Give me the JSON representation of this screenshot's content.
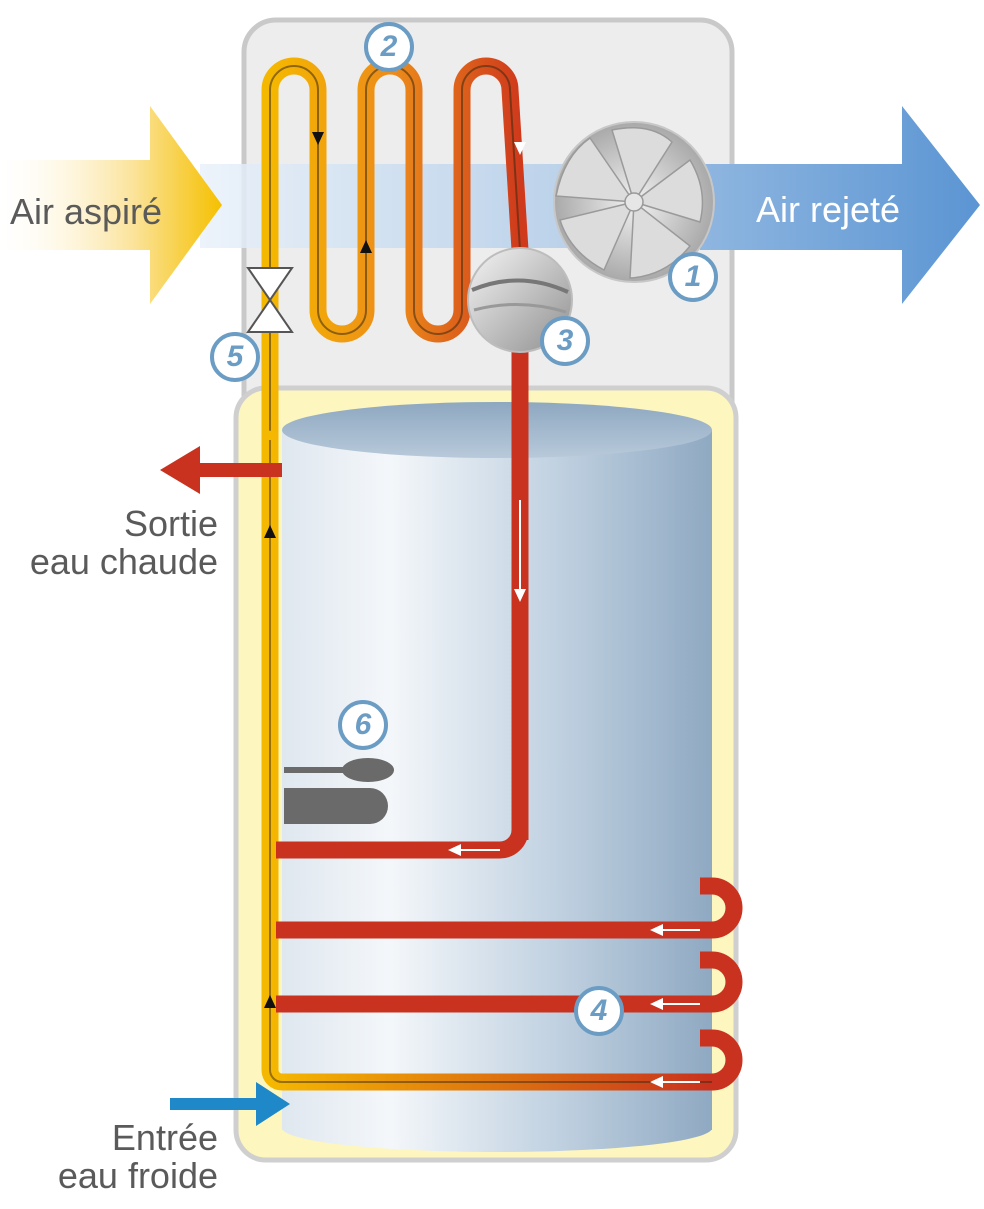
{
  "labels": {
    "air_in": "Air aspiré",
    "air_out": "Air rejeté",
    "hot_water_out_line1": "Sortie",
    "hot_water_out_line2": "eau chaude",
    "cold_water_in_line1": "Entrée",
    "cold_water_in_line2": "eau froide"
  },
  "components": [
    {
      "number": "1",
      "icon": "fan-icon"
    },
    {
      "number": "2",
      "icon": "evaporator-coil-icon"
    },
    {
      "number": "3",
      "icon": "compressor-icon"
    },
    {
      "number": "4",
      "icon": "condenser-coil-icon"
    },
    {
      "number": "5",
      "icon": "expansion-valve-icon"
    },
    {
      "number": "6",
      "icon": "electric-heater-icon"
    }
  ],
  "colors": {
    "badge": "#6b9cc4",
    "hot_pipe": "#c8321e",
    "cold_pipe": "#f5b800",
    "hot_water_arrow": "#c8321e",
    "cold_water_arrow": "#1e88c8",
    "air_in": "#f5c400",
    "air_out": "#5b9bd5"
  }
}
